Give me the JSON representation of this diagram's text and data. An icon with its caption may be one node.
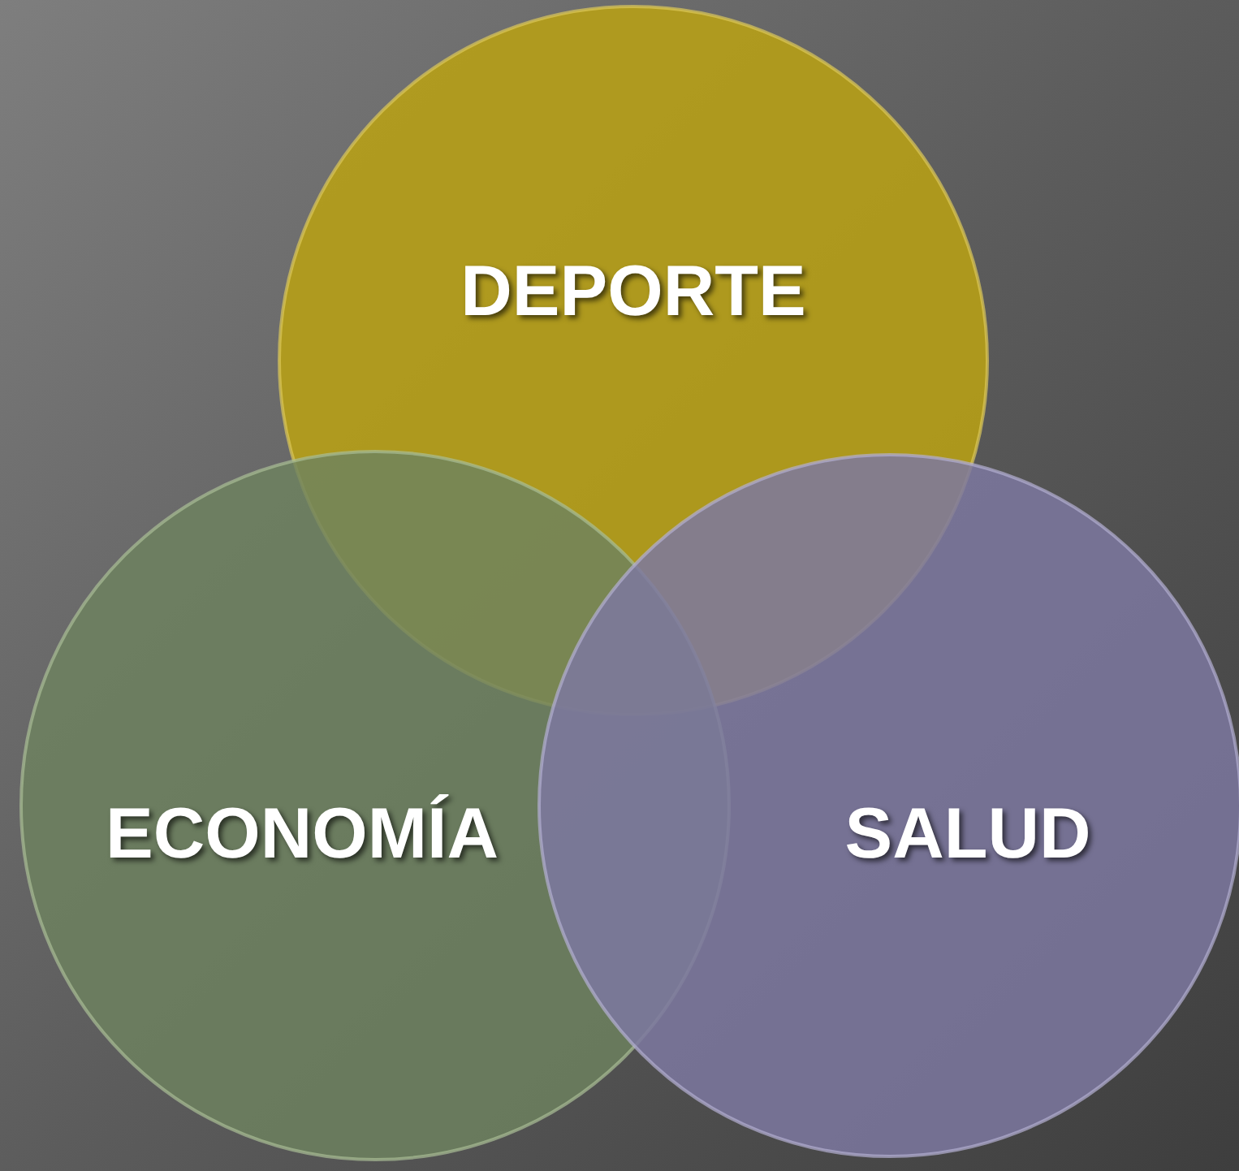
{
  "diagram": {
    "nodes": [
      {
        "text": [
          "DEPORTE"
        ]
      },
      {
        "text": [
          "ECONOMÍA"
        ]
      },
      {
        "text": [
          "SALUD"
        ]
      }
    ]
  }
}
